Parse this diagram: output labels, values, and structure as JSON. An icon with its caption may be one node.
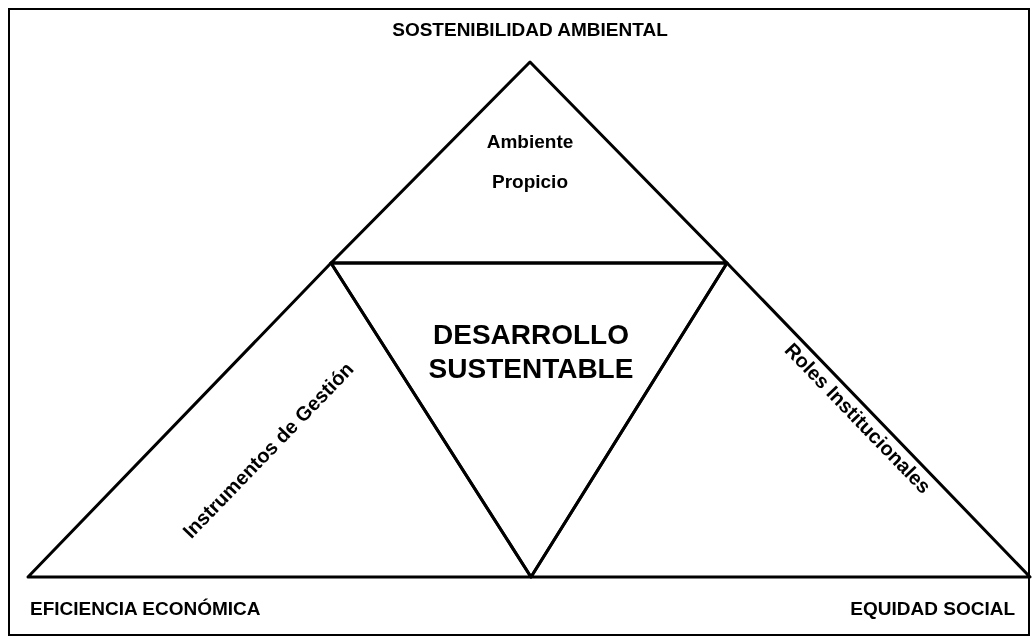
{
  "diagram": {
    "nodes": [
      {
        "text": [
          "Ambiente Propicio"
        ]
      },
      {
        "text": [
          "Instrumentos de Gestión"
        ]
      },
      {
        "text": [
          "DESARROLLO SUSTENTABLE"
        ]
      },
      {
        "text": [
          "Roles Institucionales"
        ]
      }
    ],
    "labels": [
      "SOSTENIBILIDAD AMBIENTAL",
      "EFICIENCIA ECONÓMICA",
      "EQUIDAD SOCIAL"
    ]
  }
}
